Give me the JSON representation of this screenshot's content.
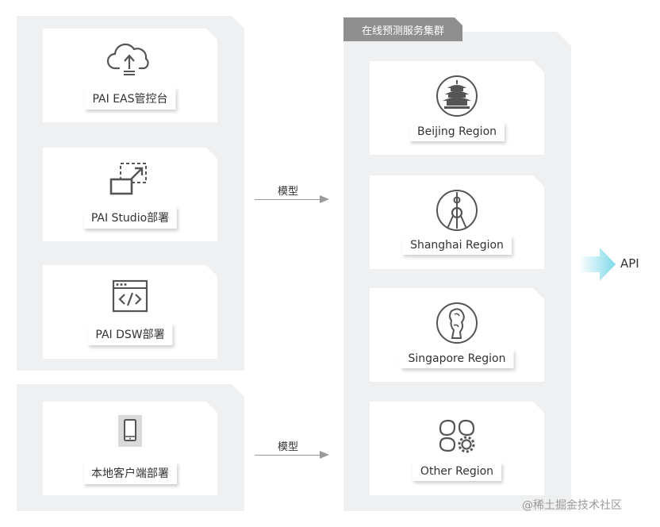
{
  "left_group": {
    "cards": [
      {
        "label": "PAI EAS管控台",
        "icon": "cloud-upload-icon"
      },
      {
        "label": "PAI Studio部署",
        "icon": "screen-expand-icon"
      },
      {
        "label": "PAI DSW部署",
        "icon": "code-window-icon"
      }
    ]
  },
  "local_group": {
    "card": {
      "label": "本地客户端部署",
      "icon": "mobile-phone-icon"
    }
  },
  "arrows": {
    "top_label": "模型",
    "bottom_label": "模型"
  },
  "cluster": {
    "title": "在线预测服务集群",
    "regions": [
      {
        "label": "Beijing Region",
        "icon": "temple-icon"
      },
      {
        "label": "Shanghai Region",
        "icon": "tv-tower-icon"
      },
      {
        "label": "Singapore  Region",
        "icon": "merlion-icon"
      },
      {
        "label": "Other Region",
        "icon": "petals-gear-icon"
      }
    ]
  },
  "output": {
    "label": "API",
    "color": "#7fd9e9"
  },
  "watermark": "@稀土掘金技术社区"
}
